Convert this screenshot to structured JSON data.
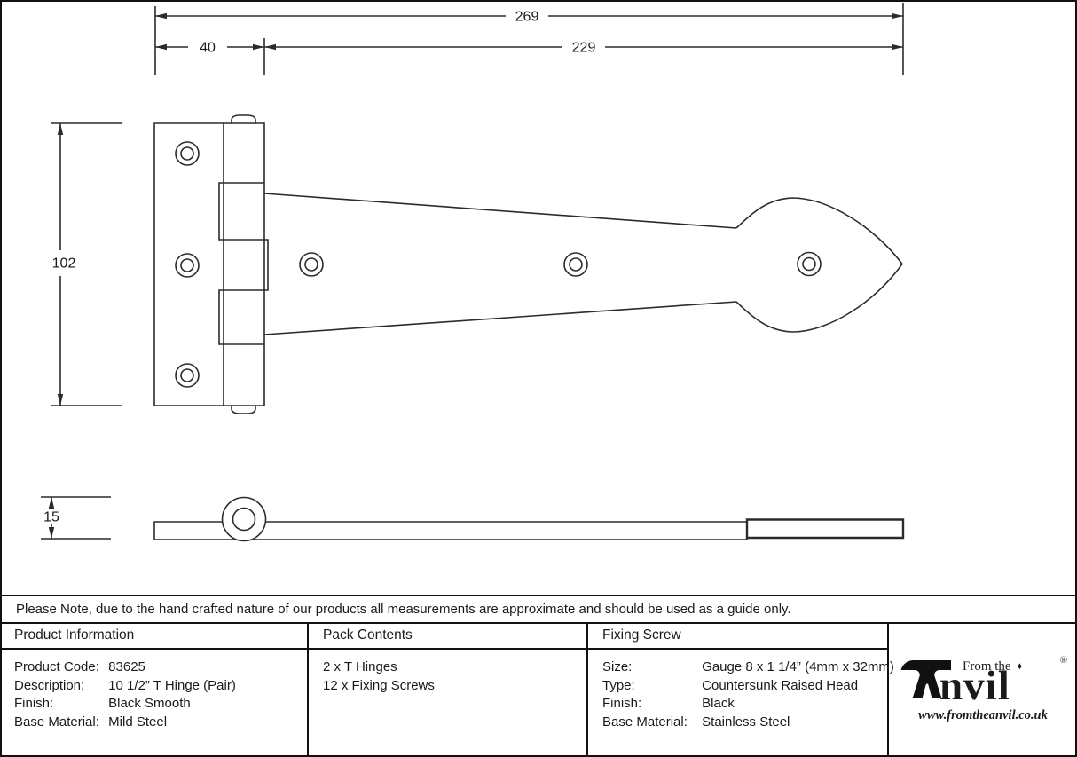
{
  "drawing": {
    "dimensions": {
      "overall_length": "269",
      "plate_width": "40",
      "strap_length": "229",
      "plate_height": "102",
      "thickness": "15"
    }
  },
  "note": "Please Note, due to the hand crafted nature of our products all measurements are approximate and should be used as a guide only.",
  "table": {
    "product_information": {
      "header": "Product Information",
      "rows": [
        {
          "label": "Product Code:",
          "value": "83625"
        },
        {
          "label": "Description:",
          "value": "10 1/2” T Hinge (Pair)"
        },
        {
          "label": "Finish:",
          "value": "Black Smooth"
        },
        {
          "label": "Base Material:",
          "value": "Mild Steel"
        }
      ]
    },
    "pack_contents": {
      "header": "Pack Contents",
      "items": [
        "2 x T Hinges",
        "12 x Fixing Screws"
      ]
    },
    "fixing_screw": {
      "header": "Fixing Screw",
      "rows": [
        {
          "label": "Size:",
          "value": "Gauge 8 x 1 1/4” (4mm x 32mm)"
        },
        {
          "label": "Type:",
          "value": "Countersunk Raised Head"
        },
        {
          "label": "Finish:",
          "value": "Black"
        },
        {
          "label": "Base Material:",
          "value": "Stainless Steel"
        }
      ]
    }
  },
  "logo": {
    "prefix": "From the",
    "diamond": "♦",
    "brand": "Anvil",
    "brand_tail": "nvil",
    "registered": "®",
    "url": "www.fromtheanvil.co.uk"
  },
  "colors": {
    "line": "#2b2b2b",
    "border": "#111111",
    "background": "#ffffff"
  }
}
